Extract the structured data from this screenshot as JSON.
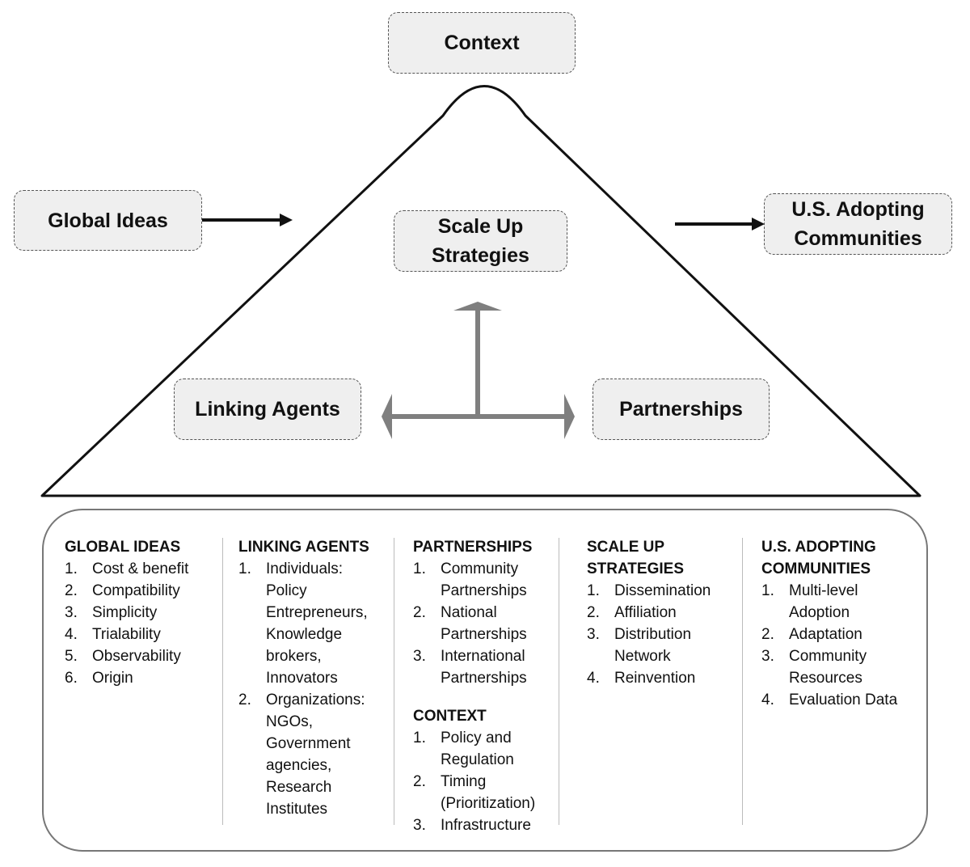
{
  "nodes": {
    "context": "Context",
    "global_ideas": "Global Ideas",
    "us_adopting_communities": "U.S. Adopting\nCommunities",
    "scale_up_strategies": "Scale Up\nStrategies",
    "linking_agents": "Linking Agents",
    "partnerships": "Partnerships"
  },
  "colors": {
    "node_fill": "#efefef",
    "node_border": "#555555",
    "triangle_stroke": "#111111",
    "gray_arrows": "#7f7f7f",
    "black_arrows": "#111111"
  },
  "details": {
    "global_ideas": {
      "title": "GLOBAL IDEAS",
      "items": [
        {
          "num": "1.",
          "text": "Cost & benefit"
        },
        {
          "num": "2.",
          "text": "Compatibility"
        },
        {
          "num": "3.",
          "text": "Simplicity"
        },
        {
          "num": "4.",
          "text": "Trialability"
        },
        {
          "num": "5.",
          "text": "Observability"
        },
        {
          "num": "6.",
          "text": "Origin"
        }
      ]
    },
    "linking_agents": {
      "title": "LINKING AGENTS",
      "items": [
        {
          "num": "1.",
          "text": "Individuals:\nPolicy\nEntrepreneurs,\nKnowledge\nbrokers,\nInnovators"
        },
        {
          "num": "2.",
          "text": "Organizations:\nNGOs,\nGovernment\nagencies,\nResearch\nInstitutes"
        }
      ]
    },
    "partnerships": {
      "title": "PARTNERSHIPS",
      "items": [
        {
          "num": "1.",
          "text": "Community\nPartnerships"
        },
        {
          "num": "2.",
          "text": "National\nPartnerships"
        },
        {
          "num": "3.",
          "text": "International\nPartnerships"
        }
      ]
    },
    "context": {
      "title": "CONTEXT",
      "items": [
        {
          "num": "1.",
          "text": "Policy and\nRegulation"
        },
        {
          "num": "2.",
          "text": "Timing\n(Prioritization)"
        },
        {
          "num": "3.",
          "text": "Infrastructure"
        }
      ]
    },
    "scale_up_strategies": {
      "title": "SCALE UP\nSTRATEGIES",
      "items": [
        {
          "num": "1.",
          "text": "Dissemination"
        },
        {
          "num": "2.",
          "text": "Affiliation"
        },
        {
          "num": "3.",
          "text": "Distribution\nNetwork"
        },
        {
          "num": "4.",
          "text": "Reinvention"
        }
      ]
    },
    "us_adopting_communities": {
      "title": "U.S. ADOPTING\nCOMMUNITIES",
      "items": [
        {
          "num": "1.",
          "text": "Multi-level\nAdoption"
        },
        {
          "num": "2.",
          "text": "Adaptation"
        },
        {
          "num": "3.",
          "text": "Community\nResources"
        },
        {
          "num": "4.",
          "text": "Evaluation Data"
        }
      ]
    }
  }
}
